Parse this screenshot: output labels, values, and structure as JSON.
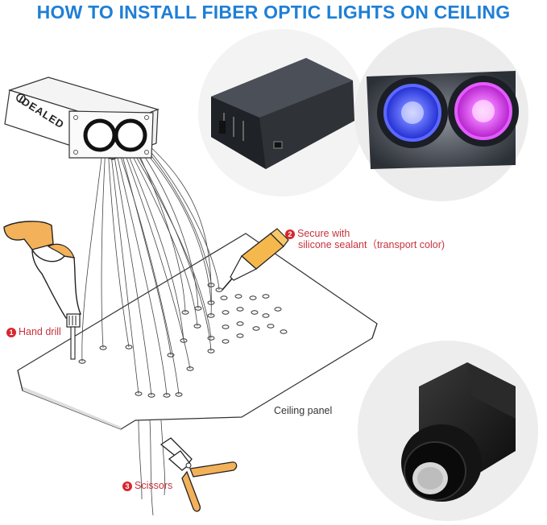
{
  "title": "HOW TO INSTALL FIBER OPTIC LIGHTS ON CEILING",
  "brand": "IDEALED",
  "steps": [
    {
      "number": "1",
      "label": "Hand drill"
    },
    {
      "number": "2",
      "label_line1": "Secure with",
      "label_line2": "silicone sealant（transport color)"
    },
    {
      "number": "3",
      "label": "Scissors"
    }
  ],
  "ceiling_label": "Ceiling panel",
  "colors": {
    "title": "#1f7fd6",
    "step_badge": "#d8262e",
    "step_text": "#c8323c",
    "light_blue": "#3a56ff",
    "light_magenta": "#e23cff",
    "tool_orange": "#f3b15a"
  },
  "icons": [
    "light-engine-box-icon",
    "hand-drill-icon",
    "sealant-bottle-icon",
    "scissors-icon",
    "cable-gland-icon"
  ]
}
